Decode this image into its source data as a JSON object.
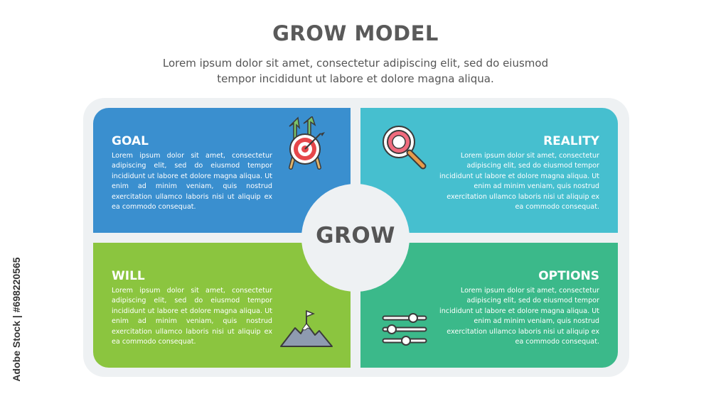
{
  "header": {
    "title": "GROW MODEL",
    "subtitle_line1": "Lorem ipsum dolor sit amet, consectetur adipiscing elit, sed do eiusmod",
    "subtitle_line2": "tempor incididunt ut labore et dolore magna aliqua."
  },
  "center": {
    "label": "GROW"
  },
  "cards": {
    "goal": {
      "title": "GOAL",
      "text": "Lorem ipsum dolor sit amet, consectetur adipiscing elit, sed do eiusmod tempor incididunt ut labore et dolore magna aliqua. Ut enim ad minim veniam, quis nostrud exercitation ullamco laboris nisi ut aliquip ex ea commodo consequat.",
      "icon": "target-icon",
      "color": "#3a8fcf"
    },
    "reality": {
      "title": "REALITY",
      "text": "Lorem ipsum dolor sit amet, consectetur adipiscing elit, sed do eiusmod tempor incididunt ut labore et dolore magna aliqua. Ut enim ad minim veniam, quis nostrud exercitation ullamco laboris nisi ut aliquip ex ea commodo consequat.",
      "icon": "magnifier-icon",
      "color": "#46bfcf"
    },
    "will": {
      "title": "WILL",
      "text": "Lorem ipsum dolor sit amet, consectetur adipiscing elit, sed do eiusmod tempor incididunt ut labore et dolore magna aliqua. Ut enim ad minim veniam, quis nostrud exercitation ullamco laboris nisi ut aliquip ex ea commodo consequat.",
      "icon": "mountain-flag-icon",
      "color": "#8bc53f"
    },
    "options": {
      "title": "OPTIONS",
      "text": "Lorem ipsum dolor sit amet, consectetur adipiscing elit, sed do eiusmod tempor incididunt ut labore et dolore magna aliqua. Ut enim ad minim veniam, quis nostrud exercitation ullamco laboris nisi ut aliquip ex ea commodo consequat.",
      "icon": "sliders-icon",
      "color": "#3bb98a"
    }
  },
  "watermark": {
    "text": "Adobe Stock | #698220565"
  }
}
